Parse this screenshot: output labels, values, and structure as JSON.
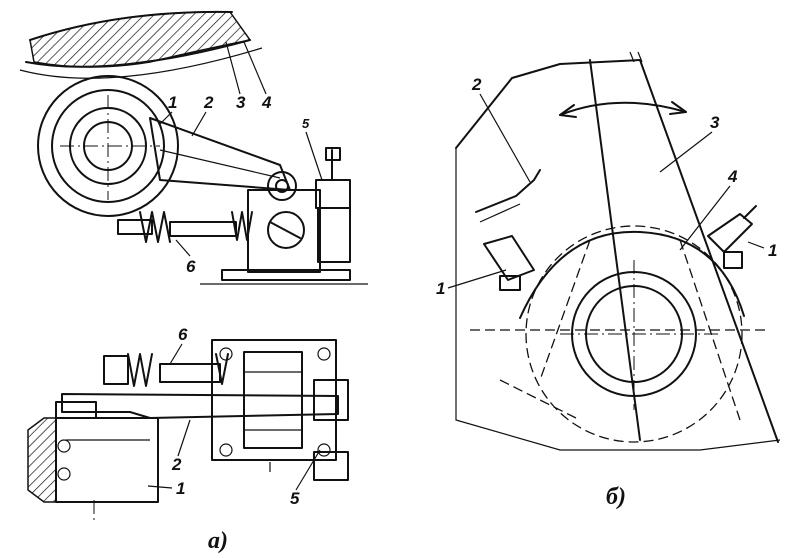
{
  "view_a": {
    "caption": "а)",
    "side_view_labels": [
      "1",
      "2",
      "3",
      "4",
      "5",
      "6"
    ],
    "plan_view_labels": [
      "6",
      "2",
      "1",
      "5"
    ]
  },
  "view_b": {
    "caption": "б)",
    "labels": [
      "2",
      "3",
      "4",
      "1",
      "1"
    ]
  }
}
